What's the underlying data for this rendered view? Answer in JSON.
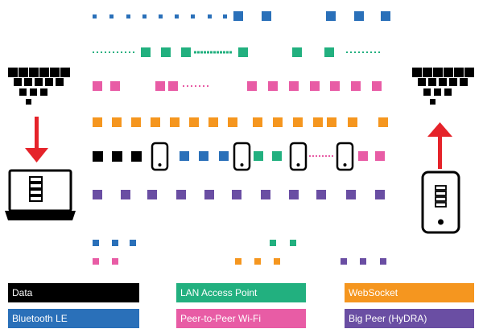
{
  "colors": {
    "data": "#000000",
    "bluetooth": "#2a70b9",
    "lan": "#22b07f",
    "p2p": "#e85ca5",
    "websocket": "#f5961f",
    "bigpeer": "#6a4ea3",
    "arrow": "#e5232a"
  },
  "diagram": {
    "left_icons": [
      "grid-triangle-icon",
      "down-arrow-icon",
      "laptop-icon"
    ],
    "right_icons": [
      "grid-triangle-icon",
      "up-arrow-icon",
      "phone-icon"
    ],
    "lanes": [
      "bluetooth",
      "lan",
      "p2p",
      "websocket",
      "data",
      "bigpeer"
    ]
  },
  "legend": [
    {
      "label": "Data",
      "color": "#000000"
    },
    {
      "label": "LAN Access Point",
      "color": "#22b07f"
    },
    {
      "label": "WebSocket",
      "color": "#f5961f"
    },
    {
      "label": "Bluetooth LE",
      "color": "#2a70b9"
    },
    {
      "label": "Peer-to-Peer Wi-Fi",
      "color": "#e85ca5"
    },
    {
      "label": "Big Peer (HyDRA)",
      "color": "#6a4ea3"
    }
  ]
}
